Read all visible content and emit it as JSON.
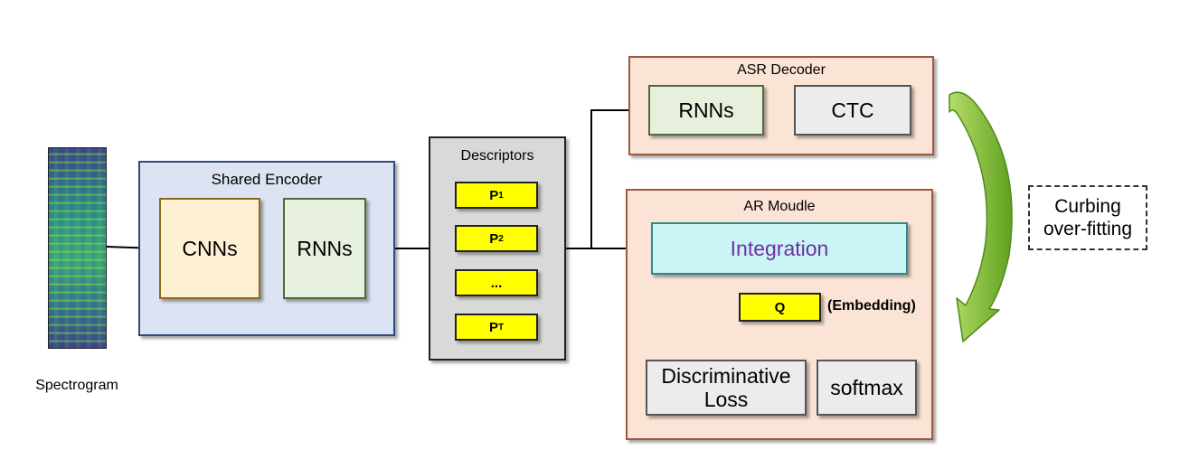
{
  "spectrogram": {
    "label": "Spectrogram"
  },
  "shared_encoder": {
    "title": "Shared Encoder",
    "cnns": "CNNs",
    "rnns": "RNNs"
  },
  "descriptors": {
    "title": "Descriptors",
    "items": [
      {
        "base": "P",
        "sub": "1"
      },
      {
        "base": "P",
        "sub": "2"
      },
      {
        "base": "...",
        "sub": ""
      },
      {
        "base": "P",
        "sub": "T"
      }
    ]
  },
  "asr_decoder": {
    "title": "ASR Decoder",
    "rnns": "RNNs",
    "ctc": "CTC"
  },
  "ar_module": {
    "title": "AR Moudle",
    "integration": "Integration",
    "q": "Q",
    "embedding": "(Embedding)",
    "disc_loss_line1": "Discriminative",
    "disc_loss_line2": "Loss",
    "softmax": "softmax"
  },
  "curbing": {
    "line1": "Curbing",
    "line2": "over-fitting"
  },
  "colors": {
    "encoder_fill": "#dce3f2",
    "encoder_border": "#2e4b80",
    "cnn_fill": "#fdf0d3",
    "cnn_border": "#8a6a1c",
    "rnn_fill": "#e7f0dc",
    "rnn_border": "#4f6b3a",
    "descriptor_fill": "#d9d9d9",
    "token_fill": "#ffff00",
    "module_fill": "#fbe4d6",
    "module_border": "#9c5a3c",
    "ctc_fill": "#ececec",
    "integration_fill": "#c9f5f7",
    "integration_border": "#2f8a8c",
    "integration_text": "#7030a0",
    "curbing_arrow": "#7ab830"
  }
}
